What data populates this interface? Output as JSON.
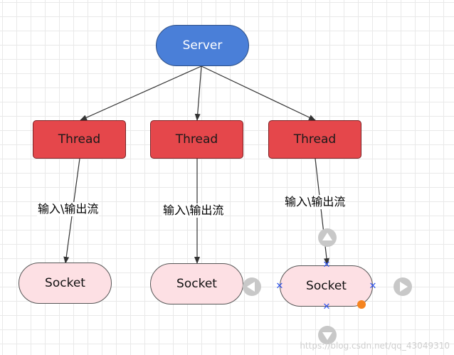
{
  "diagram": {
    "server": {
      "label": "Server",
      "color": "#4a7fd8"
    },
    "threads": [
      {
        "label": "Thread"
      },
      {
        "label": "Thread"
      },
      {
        "label": "Thread"
      }
    ],
    "thread_color": "#e5474b",
    "sockets": [
      {
        "label": "Socket"
      },
      {
        "label": "Socket"
      },
      {
        "label": "Socket",
        "selected": true
      }
    ],
    "socket_color": "#fde0e4",
    "edge_labels": [
      "输入\\输出流",
      "输入\\输出流",
      "输入\\输出流"
    ],
    "controls": {
      "arrow_icons": [
        "arrow-up-icon",
        "arrow-left-icon",
        "arrow-right-icon",
        "arrow-down-icon"
      ],
      "handle_icon": "cross-handle-icon",
      "connection_color": "#f5841f"
    }
  },
  "watermark": "https://blog.csdn.net/qq_43049310"
}
